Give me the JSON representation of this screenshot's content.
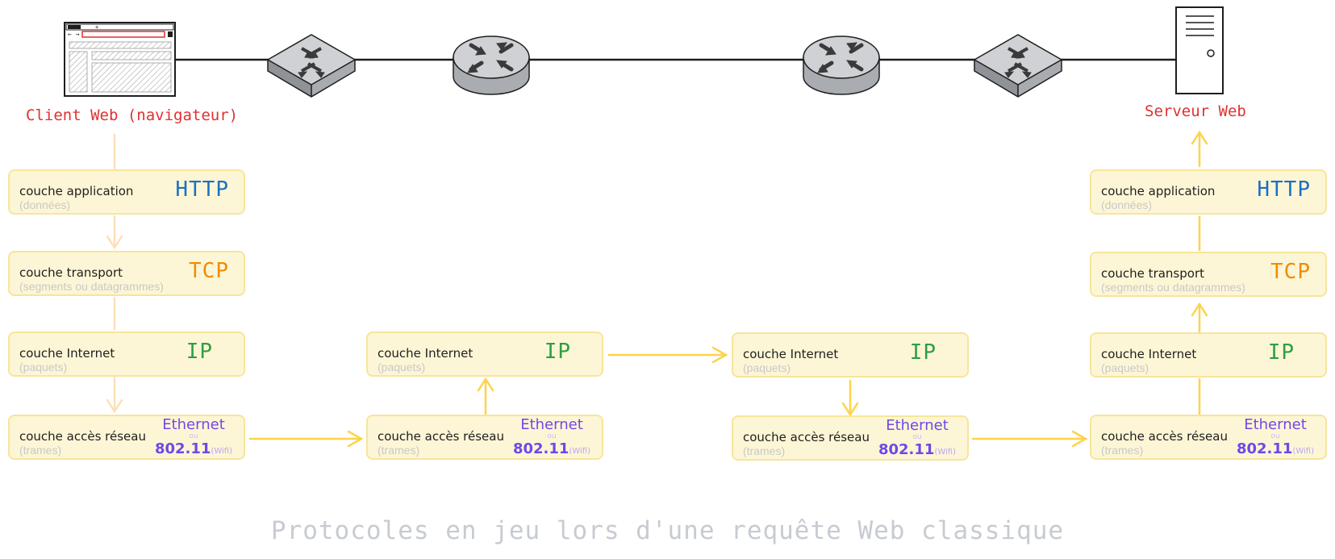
{
  "colors": {
    "http": "#1971c2",
    "tcp": "#f08c00",
    "ip": "#2f9e44",
    "ethernet": "#7048e8",
    "host_label": "#e03131",
    "arrow": "#fcd34d",
    "arrow_faded": "#fde0b8",
    "caption": "#c7cbd2"
  },
  "network": {
    "client": {
      "icon": "browser-window-icon",
      "label": "Client Web (navigateur)"
    },
    "switch_1": {
      "icon": "switch-icon"
    },
    "router_1": {
      "icon": "router-icon"
    },
    "router_2": {
      "icon": "router-icon"
    },
    "switch_2": {
      "icon": "switch-icon"
    },
    "server": {
      "icon": "server-tower-icon",
      "label": "Serveur Web"
    }
  },
  "client_stack": {
    "application": {
      "name": "couche application",
      "unit": "(données)",
      "protocol": "HTTP"
    },
    "transport": {
      "name": "couche transport",
      "unit": "(segments ou datagrammes)",
      "protocol": "TCP"
    },
    "internet": {
      "name": "couche Internet",
      "unit": "(paquets)",
      "protocol": "IP"
    },
    "access": {
      "name": "couche accès réseau",
      "unit": "(trames)",
      "protocol_1": "Ethernet",
      "protocol_or": "ou",
      "protocol_2": "802.11",
      "protocol_2_note": "(Wifi)"
    }
  },
  "router_1_stack": {
    "internet": {
      "name": "couche Internet",
      "unit": "(paquets)",
      "protocol": "IP"
    },
    "access": {
      "name": "couche accès réseau",
      "unit": "(trames)",
      "protocol_1": "Ethernet",
      "protocol_or": "ou",
      "protocol_2": "802.11",
      "protocol_2_note": "(Wifi)"
    }
  },
  "router_2_stack": {
    "internet": {
      "name": "couche Internet",
      "unit": "(paquets)",
      "protocol": "IP"
    },
    "access": {
      "name": "couche accès réseau",
      "unit": "(trames)",
      "protocol_1": "Ethernet",
      "protocol_or": "ou",
      "protocol_2": "802.11",
      "protocol_2_note": "(Wifi)"
    }
  },
  "server_stack": {
    "application": {
      "name": "couche application",
      "unit": "(données)",
      "protocol": "HTTP"
    },
    "transport": {
      "name": "couche transport",
      "unit": "(segments ou datagrammes)",
      "protocol": "TCP"
    },
    "internet": {
      "name": "couche Internet",
      "unit": "(paquets)",
      "protocol": "IP"
    },
    "access": {
      "name": "couche accès réseau",
      "unit": "(trames)",
      "protocol_1": "Ethernet",
      "protocol_or": "ou",
      "protocol_2": "802.11",
      "protocol_2_note": "(Wifi)"
    }
  },
  "caption": "Protocoles en jeu lors d'une requête Web classique"
}
